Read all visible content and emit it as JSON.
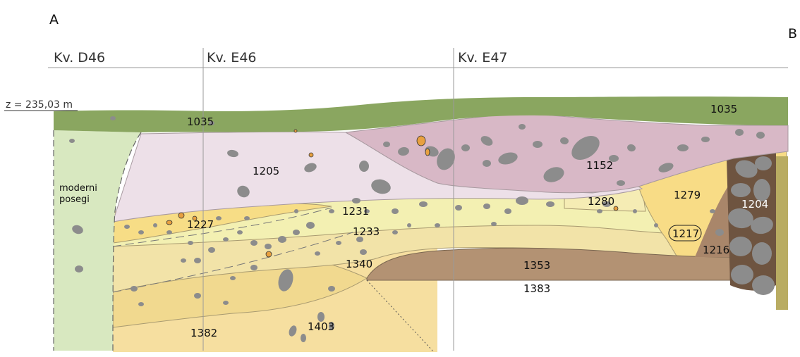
{
  "corners": {
    "left": "A",
    "right": "B"
  },
  "squares": [
    "Kv. D46",
    "Kv. E46",
    "Kv. E47"
  ],
  "elevation": "z = 235,03 m",
  "modern_disturbance": [
    "moderni",
    "posegi"
  ],
  "layers": {
    "l1035a": "1035",
    "l1035b": "1035",
    "l1205": "1205",
    "l1152": "1152",
    "l1231": "1231",
    "l1227": "1227",
    "l1233": "1233",
    "l1280": "1280",
    "l1279": "1279",
    "l1204": "1204",
    "l1217": "1217",
    "l1216": "1216",
    "l1340": "1340",
    "l1353": "1353",
    "l1383": "1383",
    "l1382": "1382",
    "l1403": "1403"
  },
  "colors": {
    "topsoil": "#8aa660",
    "modern": "#d8e8c0",
    "pink_light": "#ede0e8",
    "pink_dark": "#d8b8c6",
    "yellow_light": "#f3efb0",
    "yellow": "#f6dc8a",
    "yellow_mid": "#f1dc9c",
    "brown": "#b39273",
    "dark_brown": "#6e5440",
    "olive": "#b9ac62",
    "stone": "#8c8c8c",
    "find": "#e8a040"
  }
}
